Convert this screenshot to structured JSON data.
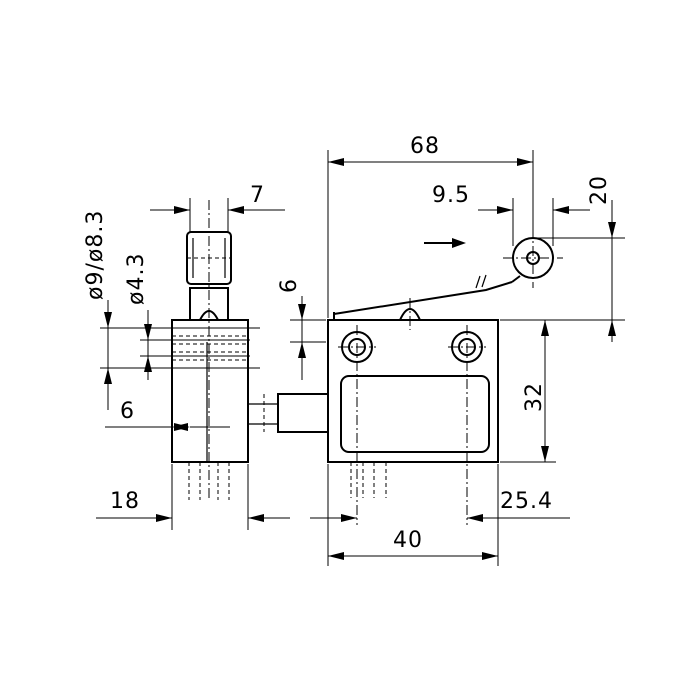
{
  "dimensions": {
    "d_68": "68",
    "d_20": "20",
    "d_9_5": "9.5",
    "d_7": "7",
    "d_dia9": "ø9/ø8.3",
    "d_dia4": "ø4.3",
    "d_6_top": "6",
    "d_6_side": "6",
    "d_32": "32",
    "d_18": "18",
    "d_40": "40",
    "d_25_4": "25.4"
  },
  "colors": {
    "line": "#000000",
    "background": "#ffffff"
  },
  "icons": {
    "direction": "arrow-right-icon"
  }
}
